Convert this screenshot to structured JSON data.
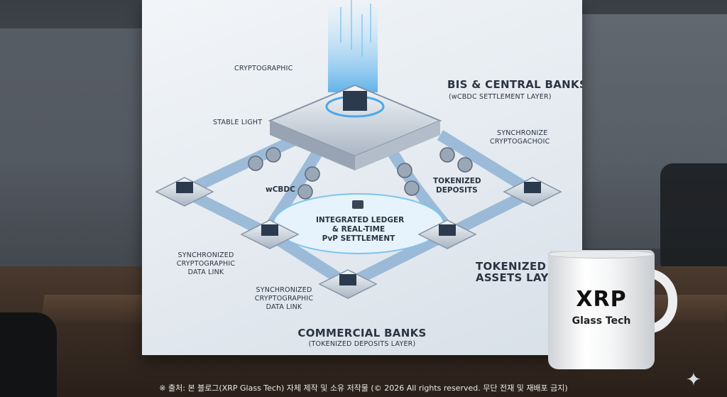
{
  "poster": {
    "top_label": "CRYPTOGRAPHIC",
    "title": "BIS & CENTRAL BANKS",
    "subtitle": "(wCBDC SETTLEMENT LAYER)",
    "stable_light": "STABLE LIGHT",
    "synchronize_right": "SYNCHRONIZE",
    "cryptogachoic": "CRYPTOGACHOIC",
    "wcbdc": "wCBDC",
    "tokenized_deposits_1": "TOKENIZED",
    "tokenized_deposits_2": "DEPOSITS",
    "center_1": "INTEGRATED LEDGER",
    "center_2": "& REAL-TIME",
    "center_3": "PvP SETTLEMENT",
    "sync_left_1": "SYNCHRONIZED",
    "sync_left_2": "CRYPTOGRAPHIC",
    "sync_left_3": "DATA LINK",
    "sync_bottom_1": "SYNCHRONIZED",
    "sync_bottom_2": "CRYPTOGRAPHIC",
    "sync_bottom_3": "DATA LINK",
    "tokenized_assets_1": "TOKENIZED",
    "tokenized_assets_2": "ASSETS LAYER",
    "commercial_title": "COMMERCIAL BANKS",
    "commercial_subtitle": "(TOKENIZED DEPOSITS LAYER)"
  },
  "mug": {
    "logo": "XRP",
    "subtitle": "Glass Tech"
  },
  "caption": "※ 출처: 본 블로그(XRP Glass Tech) 자체 제작 및 소유 저작물 (© 2026 All rights reserved. 무단 전재 및 재배포 금지)",
  "colors": {
    "accent_blue": "#4aa8e8",
    "platform": "#c8d2de",
    "ink": "#2a3442"
  }
}
